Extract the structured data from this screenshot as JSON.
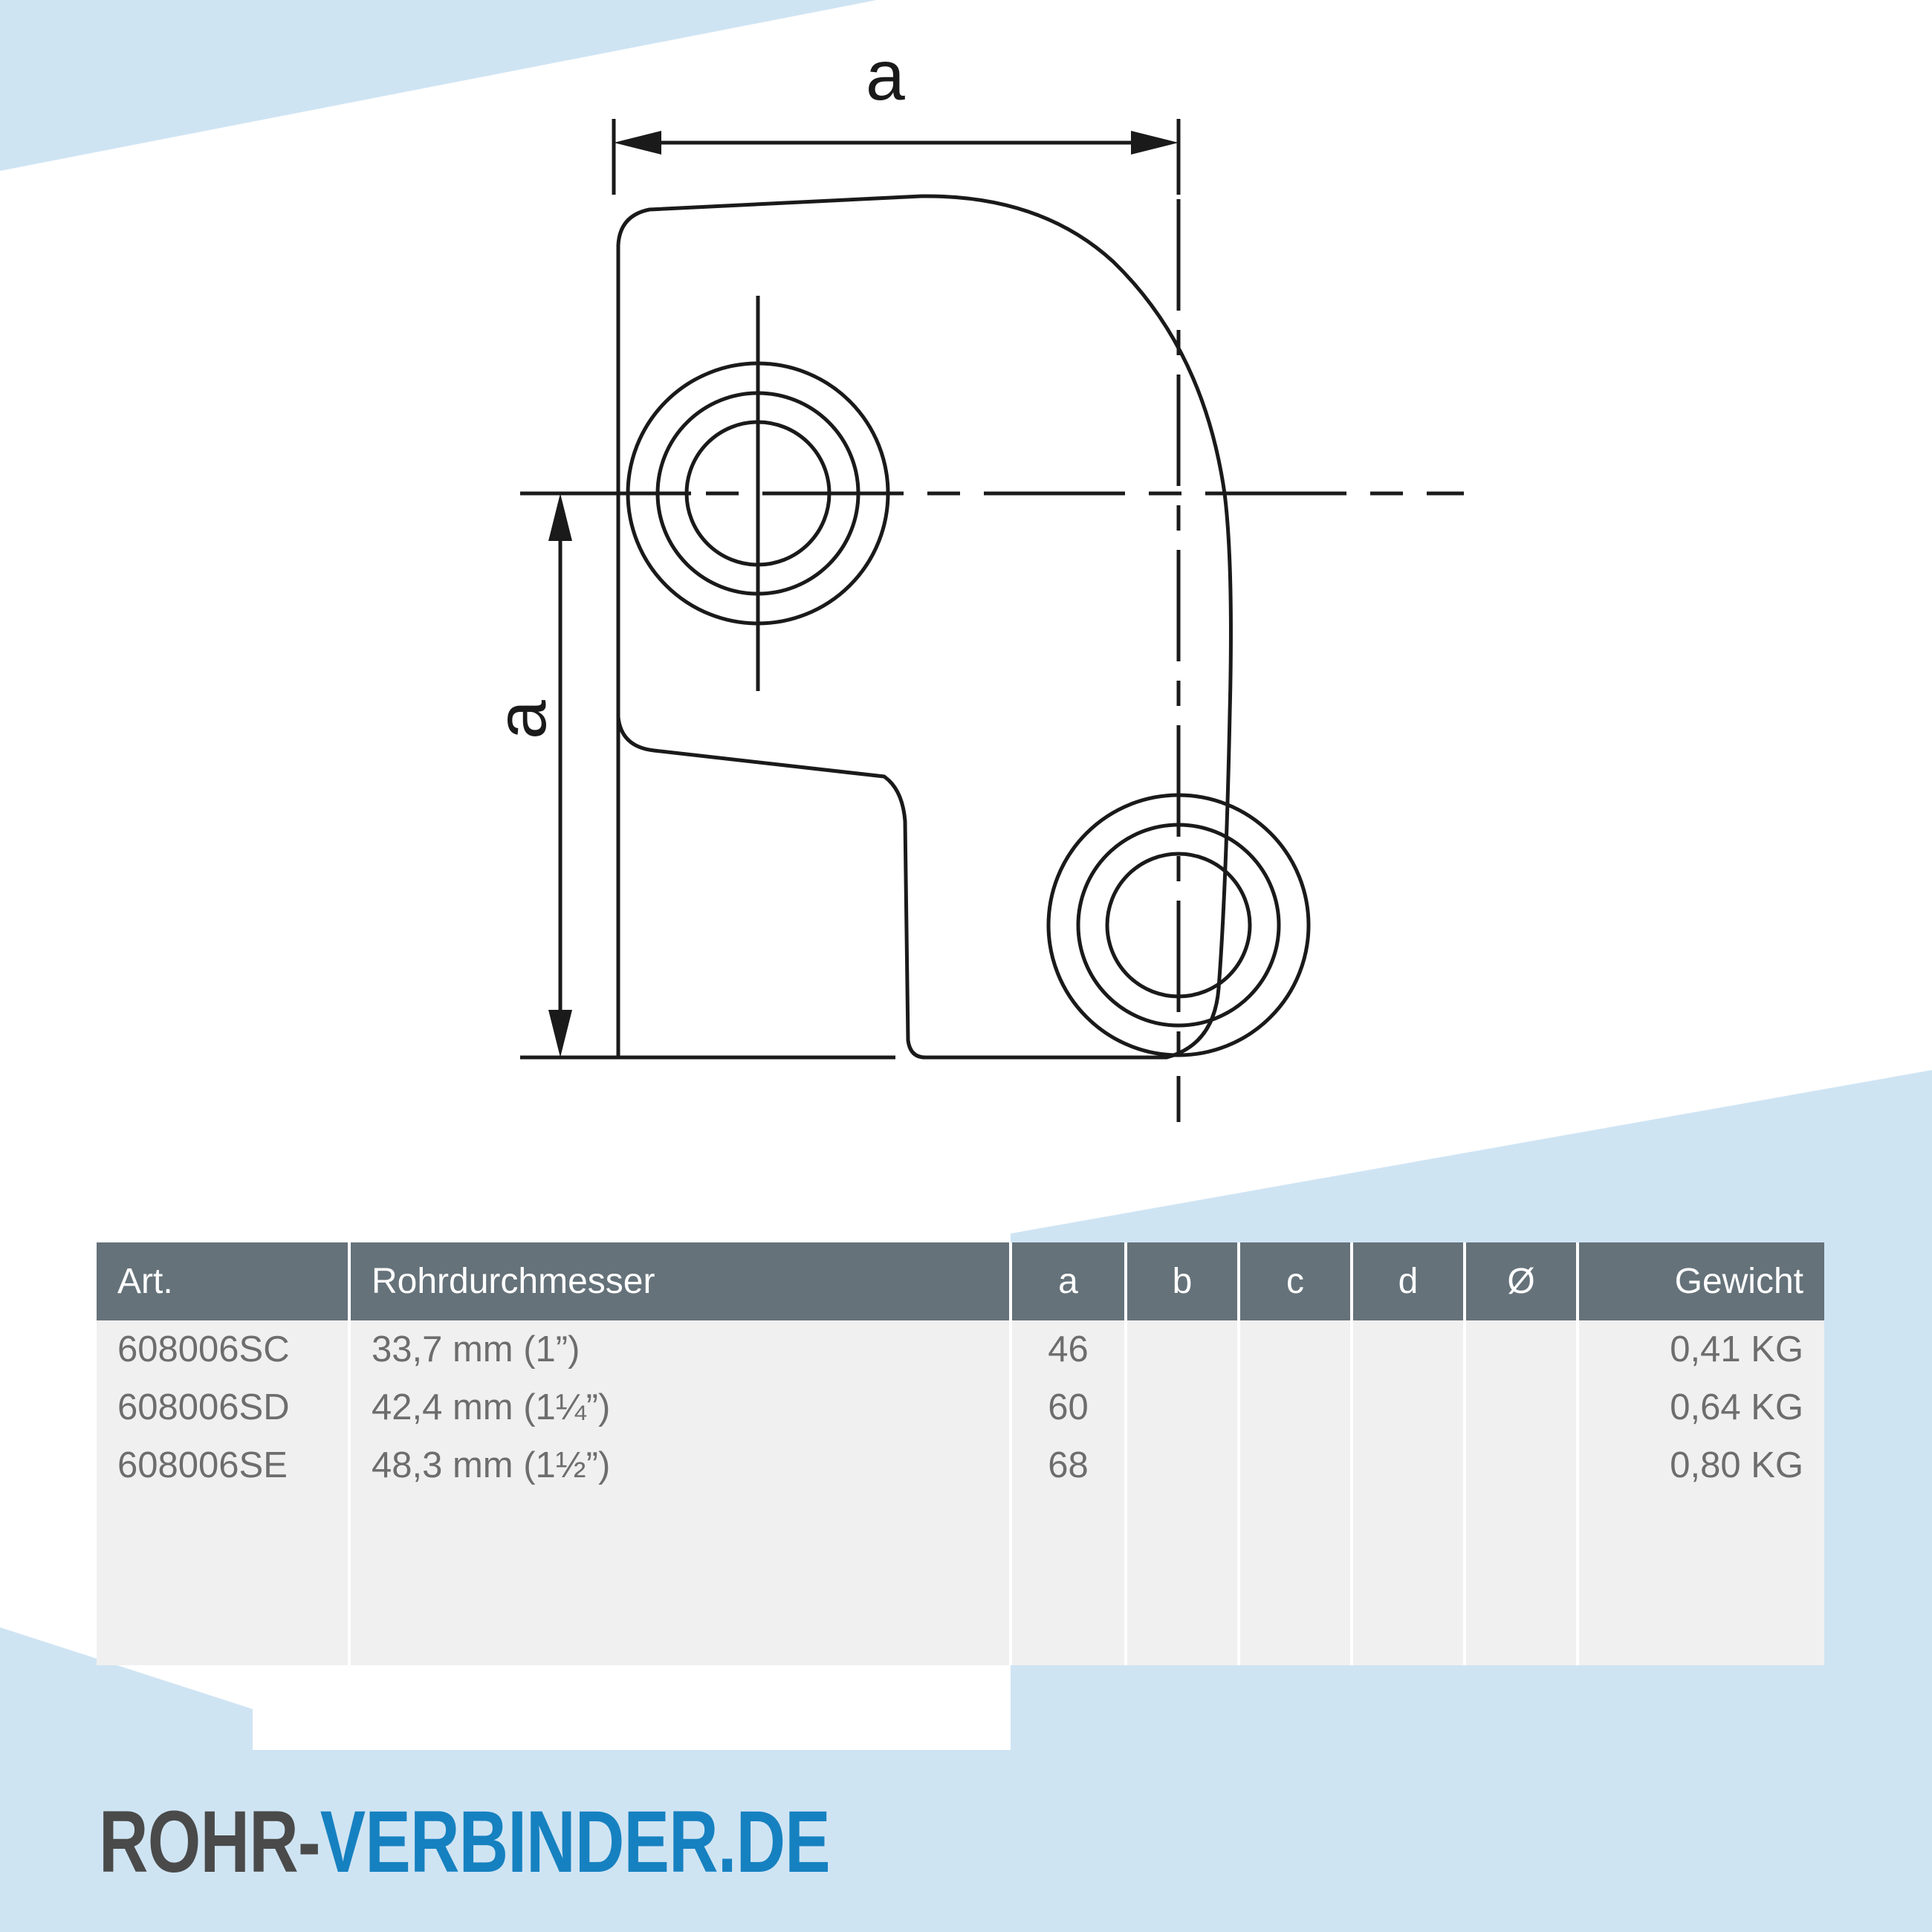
{
  "theme": {
    "accent_blue": "#1681c0",
    "pale_blue": "#cfe4f3",
    "table_header_bg": "#65727a",
    "table_row_bg": "#f0f0f0",
    "text_gray": "#6d6d6d",
    "logo_dark": "#4a4a4a",
    "line_black": "#1a1a1a"
  },
  "drawing": {
    "title": "90 degree elbow pipe connector cross-section",
    "dimension_labels": {
      "horizontal": "a",
      "vertical": "a"
    }
  },
  "table": {
    "columns": [
      {
        "key": "art",
        "label": "Art.",
        "align": "left"
      },
      {
        "key": "pipe",
        "label": "Rohrdurchmesser",
        "align": "left"
      },
      {
        "key": "a",
        "label": "a",
        "align": "center"
      },
      {
        "key": "b",
        "label": "b",
        "align": "center"
      },
      {
        "key": "c",
        "label": "c",
        "align": "center"
      },
      {
        "key": "d",
        "label": "d",
        "align": "center"
      },
      {
        "key": "dia",
        "label": "Ø",
        "align": "center"
      },
      {
        "key": "weight",
        "label": "Gewicht",
        "align": "right"
      }
    ],
    "rows": [
      {
        "art": "608006SC",
        "pipe": "33,7 mm (1”)",
        "a": "46",
        "b": "",
        "c": "",
        "d": "",
        "dia": "",
        "weight": "0,41 KG"
      },
      {
        "art": "608006SD",
        "pipe": "42,4 mm (1¼”)",
        "a": "60",
        "b": "",
        "c": "",
        "d": "",
        "dia": "",
        "weight": "0,64 KG"
      },
      {
        "art": "608006SE",
        "pipe": "48,3 mm (1½”)",
        "a": "68",
        "b": "",
        "c": "",
        "d": "",
        "dia": "",
        "weight": "0,80 KG"
      }
    ]
  },
  "logo": {
    "dark_part": "ROHR-",
    "blue_part": "VERBINDER.DE",
    "full_text": "ROHR-VERBINDER.DE"
  }
}
